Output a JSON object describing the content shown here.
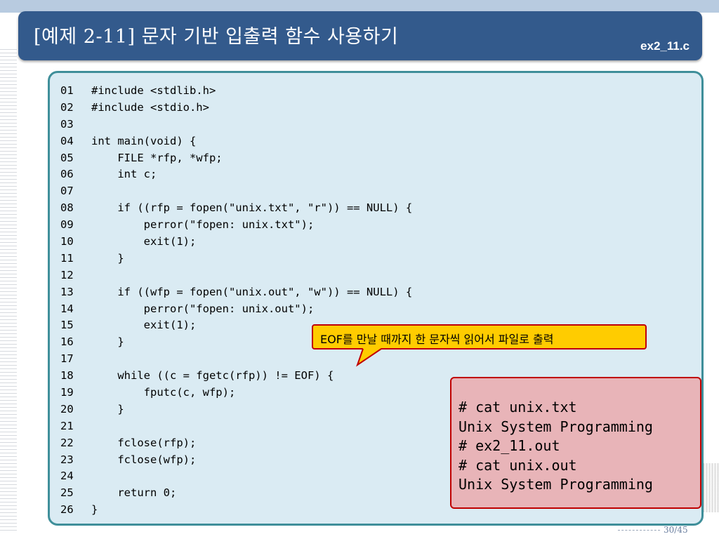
{
  "slide": {
    "title": "[예제 2-11] 문자 기반 입출력 함수 사용하기",
    "file_name": "ex2_11.c",
    "page_number": "30/45"
  },
  "code": {
    "lines": [
      {
        "num": "01",
        "text": "#include <stdlib.h>"
      },
      {
        "num": "02",
        "text": "#include <stdio.h>"
      },
      {
        "num": "03",
        "text": ""
      },
      {
        "num": "04",
        "text": "int main(void) {"
      },
      {
        "num": "05",
        "text": "    FILE *rfp, *wfp;"
      },
      {
        "num": "06",
        "text": "    int c;"
      },
      {
        "num": "07",
        "text": ""
      },
      {
        "num": "08",
        "text": "    if ((rfp = fopen(\"unix.txt\", \"r\")) == NULL) {"
      },
      {
        "num": "09",
        "text": "        perror(\"fopen: unix.txt\");"
      },
      {
        "num": "10",
        "text": "        exit(1);"
      },
      {
        "num": "11",
        "text": "    }"
      },
      {
        "num": "12",
        "text": ""
      },
      {
        "num": "13",
        "text": "    if ((wfp = fopen(\"unix.out\", \"w\")) == NULL) {"
      },
      {
        "num": "14",
        "text": "        perror(\"fopen: unix.out\");"
      },
      {
        "num": "15",
        "text": "        exit(1);"
      },
      {
        "num": "16",
        "text": "    }"
      },
      {
        "num": "17",
        "text": ""
      },
      {
        "num": "18",
        "text": "    while ((c = fgetc(rfp)) != EOF) {"
      },
      {
        "num": "19",
        "text": "        fputc(c, wfp);"
      },
      {
        "num": "20",
        "text": "    }"
      },
      {
        "num": "21",
        "text": ""
      },
      {
        "num": "22",
        "text": "    fclose(rfp);"
      },
      {
        "num": "23",
        "text": "    fclose(wfp);"
      },
      {
        "num": "24",
        "text": ""
      },
      {
        "num": "25",
        "text": "    return 0;"
      },
      {
        "num": "26",
        "text": "}"
      }
    ]
  },
  "callout": {
    "text": "EOF를 만날 때까지 한 문자씩 읽어서  파일로 출력"
  },
  "output": {
    "lines": [
      "# cat unix.txt",
      "Unix System Programming",
      "# ex2_11.out",
      "# cat unix.out",
      "Unix System Programming"
    ]
  },
  "colors": {
    "title_bar": "#335a8c",
    "code_background": "#daebf3",
    "code_border": "#3f8f9a",
    "callout_background": "#ffcc00",
    "callout_border": "#c00000",
    "output_background": "#e8b4b8",
    "output_border": "#c00000"
  }
}
